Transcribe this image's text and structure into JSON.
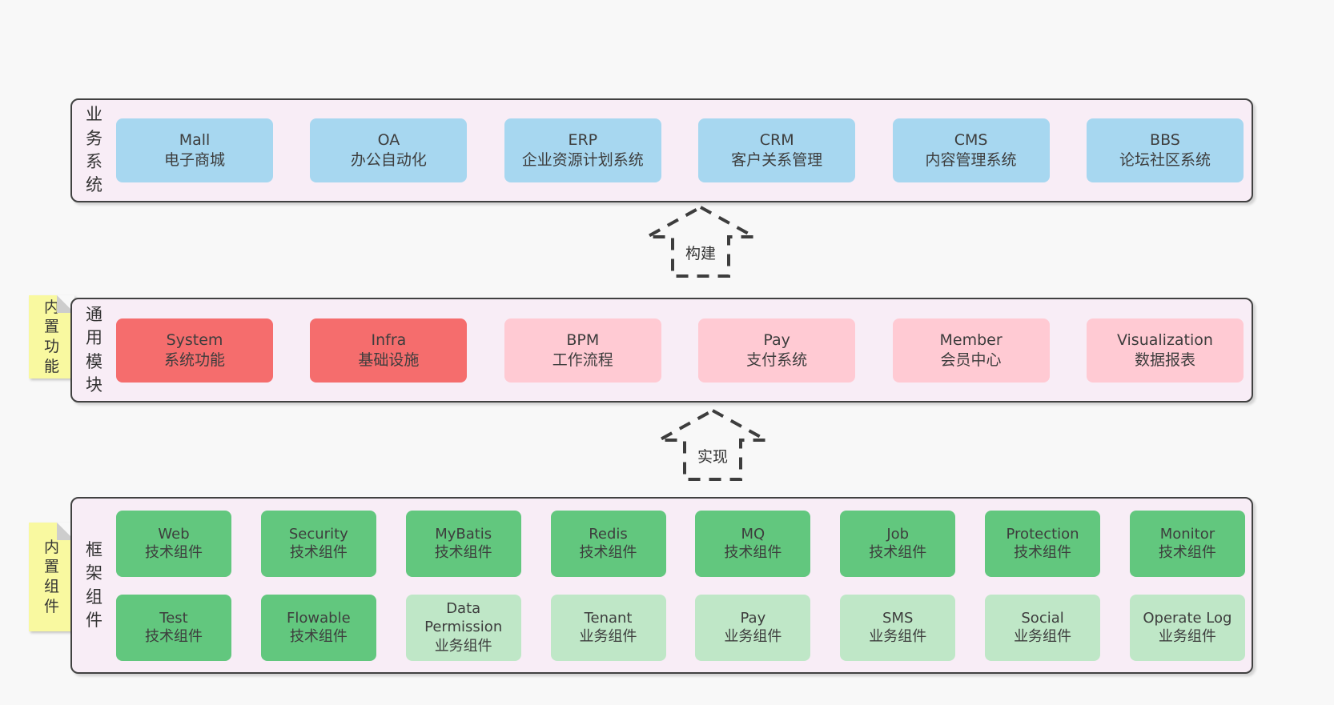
{
  "colors": {
    "page_bg": "#f8f8f8",
    "panel_bg": "#f8edf6",
    "panel_border": "#414141",
    "blue_box": "#a7d7f0",
    "red_box": "#f56d6d",
    "pink_box": "#ffcad3",
    "green_box": "#62c77e",
    "light_green_box": "#bfe7c7",
    "note_yellow": "#f9f9a0",
    "text": "#3d3d3d"
  },
  "arrows": [
    {
      "label": "构建"
    },
    {
      "label": "实现"
    }
  ],
  "business": {
    "label": "业务系统",
    "boxes": [
      {
        "title": "Mall",
        "subtitle": "电子商城"
      },
      {
        "title": "OA",
        "subtitle": "办公自动化"
      },
      {
        "title": "ERP",
        "subtitle": "企业资源计划系统"
      },
      {
        "title": "CRM",
        "subtitle": "客户关系管理"
      },
      {
        "title": "CMS",
        "subtitle": "内容管理系统"
      },
      {
        "title": "BBS",
        "subtitle": "论坛社区系统"
      }
    ]
  },
  "common": {
    "label": "通用模块",
    "note": "内置功能",
    "boxes": [
      {
        "title": "System",
        "subtitle": "系统功能"
      },
      {
        "title": "Infra",
        "subtitle": "基础设施"
      },
      {
        "title": "BPM",
        "subtitle": "工作流程"
      },
      {
        "title": "Pay",
        "subtitle": "支付系统"
      },
      {
        "title": "Member",
        "subtitle": "会员中心"
      },
      {
        "title": "Visualization",
        "subtitle": "数据报表"
      }
    ]
  },
  "framework": {
    "label": "框架组件",
    "note": "内置组件",
    "row1": [
      {
        "title": "Web",
        "subtitle": "技术组件"
      },
      {
        "title": "Security",
        "subtitle": "技术组件"
      },
      {
        "title": "MyBatis",
        "subtitle": "技术组件"
      },
      {
        "title": "Redis",
        "subtitle": "技术组件"
      },
      {
        "title": "MQ",
        "subtitle": "技术组件"
      },
      {
        "title": "Job",
        "subtitle": "技术组件"
      },
      {
        "title": "Protection",
        "subtitle": "技术组件"
      },
      {
        "title": "Monitor",
        "subtitle": "技术组件"
      }
    ],
    "row2": [
      {
        "title": "Test",
        "subtitle": "技术组件"
      },
      {
        "title": "Flowable",
        "subtitle": "技术组件"
      },
      {
        "title": "Data Permission",
        "subtitle": "业务组件"
      },
      {
        "title": "Tenant",
        "subtitle": "业务组件"
      },
      {
        "title": "Pay",
        "subtitle": "业务组件"
      },
      {
        "title": "SMS",
        "subtitle": "业务组件"
      },
      {
        "title": "Social",
        "subtitle": "业务组件"
      },
      {
        "title": "Operate Log",
        "subtitle": "业务组件"
      }
    ]
  }
}
